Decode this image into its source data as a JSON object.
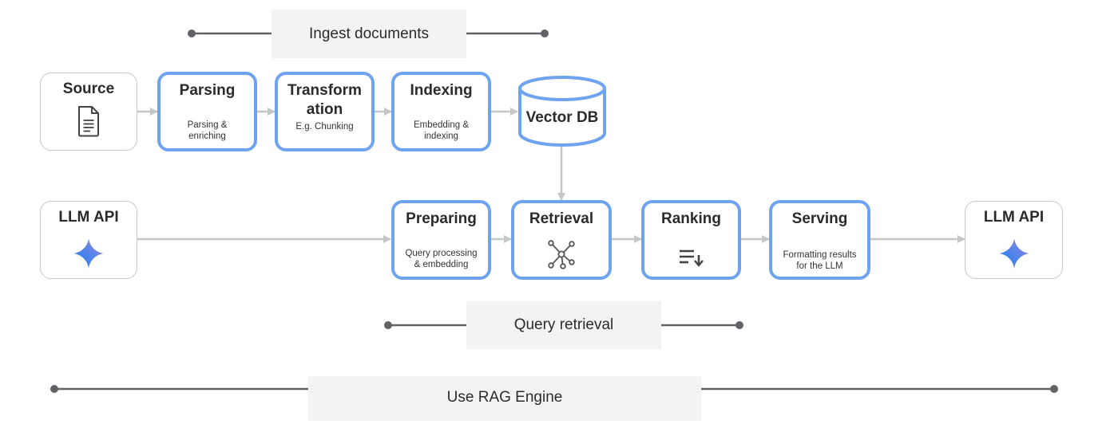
{
  "groups": {
    "ingest": "Ingest documents",
    "query": "Query retrieval",
    "engine": "Use RAG Engine"
  },
  "nodes": {
    "source": {
      "title": "Source",
      "icon": "document-icon"
    },
    "parsing": {
      "title": "Parsing",
      "subtitle": "Parsing &\nenriching"
    },
    "transformation": {
      "title": "Transform\nation",
      "subtitle": "E.g. Chunking"
    },
    "indexing": {
      "title": "Indexing",
      "subtitle": "Embedding &\nindexing"
    },
    "vector_db": {
      "title": "Vector DB",
      "icon": "database-cylinder-icon"
    },
    "llm_api_in": {
      "title": "LLM API",
      "icon": "gemini-sparkle-icon"
    },
    "preparing": {
      "title": "Preparing",
      "subtitle": "Query processing\n& embedding"
    },
    "retrieval": {
      "title": "Retrieval",
      "icon": "network-nodes-icon"
    },
    "ranking": {
      "title": "Ranking",
      "icon": "sort-descending-icon"
    },
    "serving": {
      "title": "Serving",
      "subtitle": "Formatting results\nfor the LLM"
    },
    "llm_api_out": {
      "title": "LLM API",
      "icon": "gemini-sparkle-icon"
    }
  },
  "colors": {
    "box_border_blue": "#6ea3f0",
    "box_border_gray": "#c7c7c7",
    "arrow": "#c4c7c5",
    "group_line": "#5f6368",
    "band_fill": "#f1f3f4"
  }
}
